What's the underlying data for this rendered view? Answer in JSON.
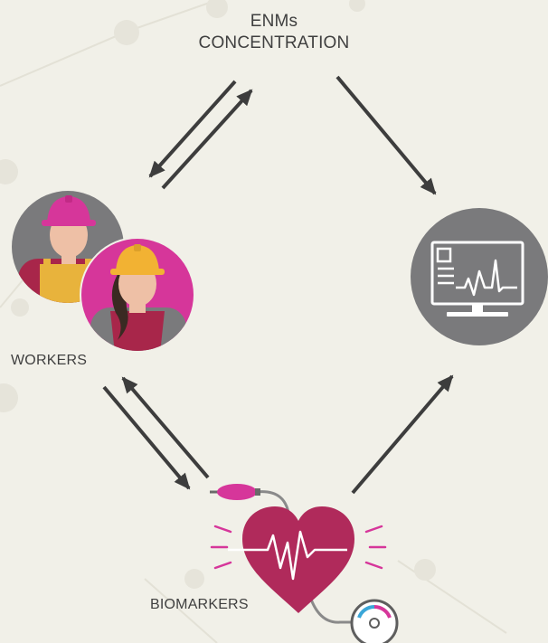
{
  "labels": {
    "concentration_line1": "ENMs",
    "concentration_line2": "CONCENTRATION",
    "workers": "WORKERS",
    "biomarkers": "BIOMARKERS"
  },
  "icons": {
    "worker_male": "worker-hardhat-icon",
    "worker_female": "worker-hardhat-icon",
    "monitor": "monitor-ecg-icon",
    "heart": "heart-ecg-icon",
    "sensor": "sensor-clip-icon",
    "gauge": "gauge-dial-icon"
  },
  "colors": {
    "background": "#f1f0e8",
    "arrow": "#3d3d3d",
    "circle_gray": "#7a7a7c",
    "magenta": "#d6369a",
    "heart": "#b02a5b",
    "skin": "#eec0a6",
    "hardhat_yellow": "#f2b233",
    "overalls_yellow": "#e8b33c",
    "vest_maroon": "#a8264a"
  }
}
